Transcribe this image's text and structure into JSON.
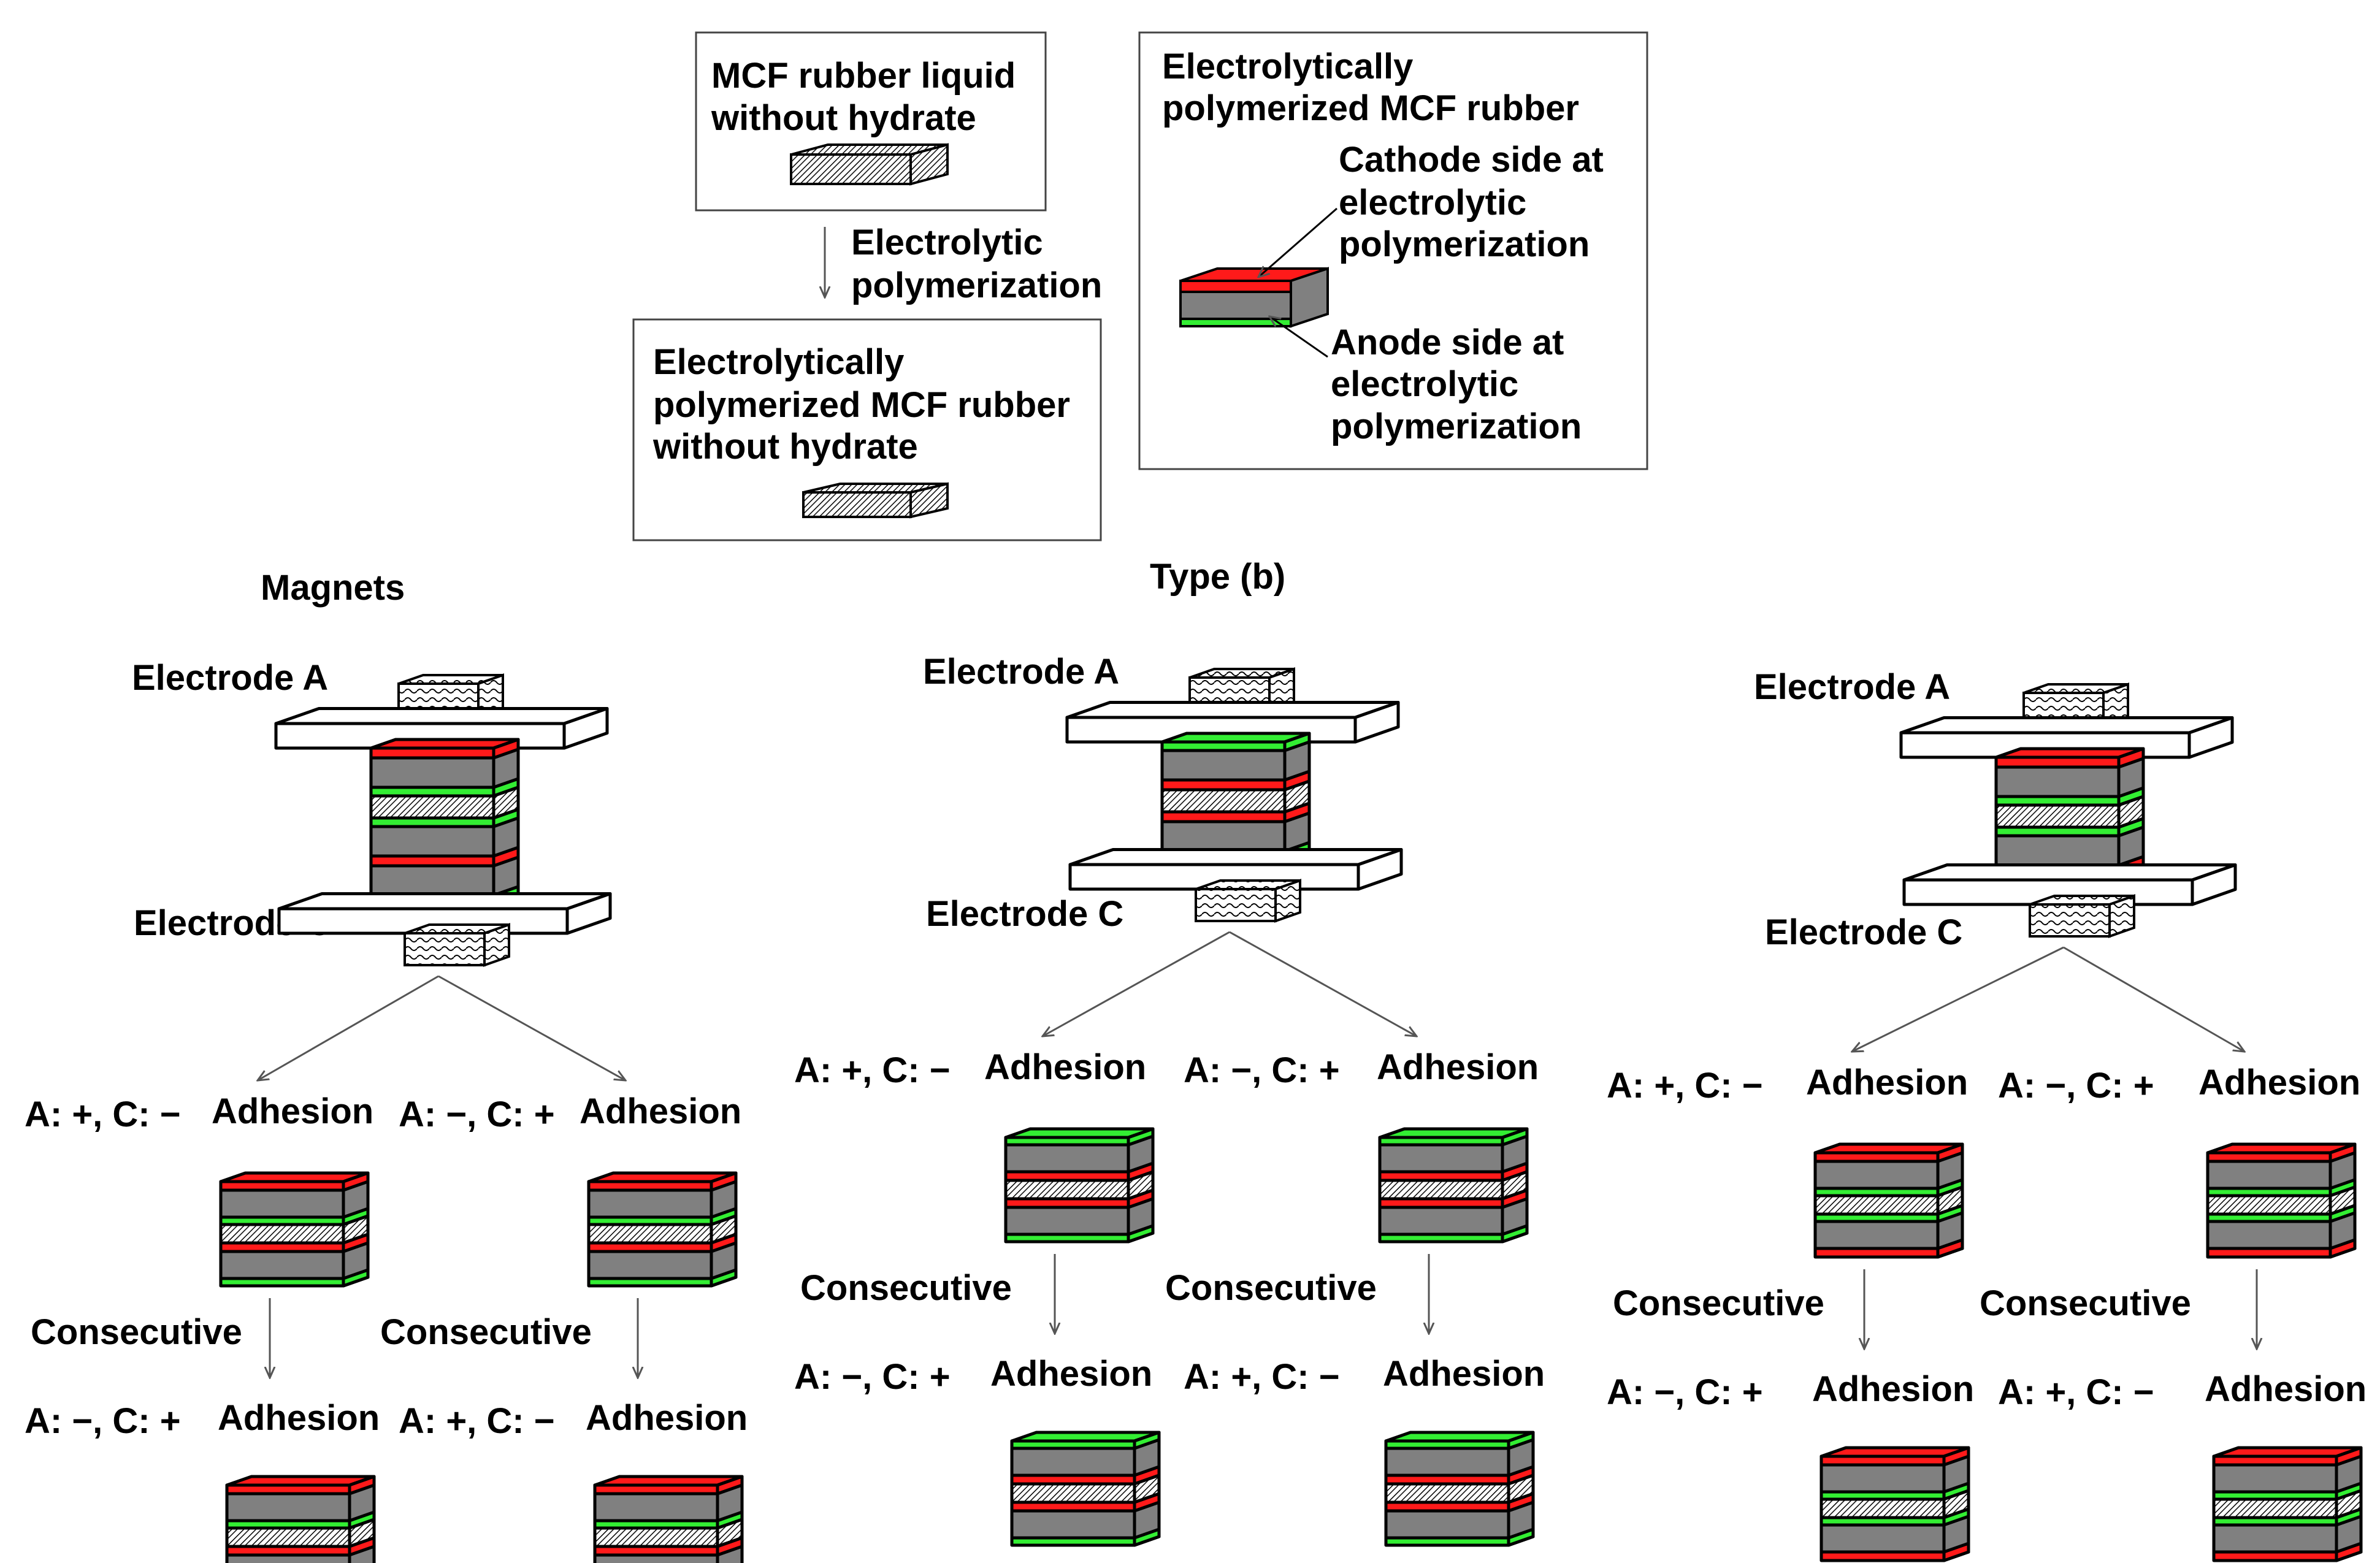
{
  "colors": {
    "cathode": "#ff1a1a",
    "anode": "#33ee33",
    "rubber_body": "#808080",
    "electrode_plate": "#ffffff",
    "hatch": "#000000"
  },
  "legend": {
    "liquid_label": "MCF rubber liquid\nwithout hydrate",
    "process_label": "Electrolytic\npolymerization",
    "polymerized_label": "Electrolytically\npolymerized MCF rubber\nwithout hydrate",
    "hydrate_title": "Electrolytically\npolymerized MCF rubber",
    "cathode_label": "Cathode side at\nelectrolytic\npolymerization",
    "anode_label": "Anode side at\nelectrolytic\npolymerization"
  },
  "type_label": "Type (b)",
  "magnets_label": "Magnets",
  "electrode_a_label": "Electrode A",
  "electrode_c_label": "Electrode C",
  "consecutive_label": "Consecutive",
  "adhesion_label": "Adhesion",
  "polarity": {
    "a_plus": "A: +, C: −",
    "a_minus": "A: −, C: +"
  },
  "columns": [
    {
      "stack_order_top_to_bottom": [
        "red",
        "gray",
        "green",
        "hatch",
        "green",
        "gray",
        "red",
        "gray",
        "green"
      ],
      "results": [
        {
          "first": "A: +, C: −",
          "second": "A: −, C: +",
          "top_color": "red"
        },
        {
          "first": "A: −, C: +",
          "second": "A: +, C: −",
          "top_color": "red"
        }
      ]
    },
    {
      "stack_order_top_to_bottom": [
        "green",
        "gray",
        "red",
        "hatch",
        "red",
        "gray",
        "green"
      ],
      "results": [
        {
          "first": "A: +, C: −",
          "second": "A: −, C: +",
          "top_color": "green"
        },
        {
          "first": "A: −, C: +",
          "second": "A: +, C: −",
          "top_color": "green"
        }
      ]
    },
    {
      "stack_order_top_to_bottom": [
        "red",
        "gray",
        "green",
        "hatch",
        "green",
        "gray",
        "red"
      ],
      "results": [
        {
          "first": "A: +, C: −",
          "second": "A: −, C: +",
          "top_color": "red"
        },
        {
          "first": "A: −, C: +",
          "second": "A: +, C: −",
          "top_color": "red"
        }
      ]
    }
  ]
}
